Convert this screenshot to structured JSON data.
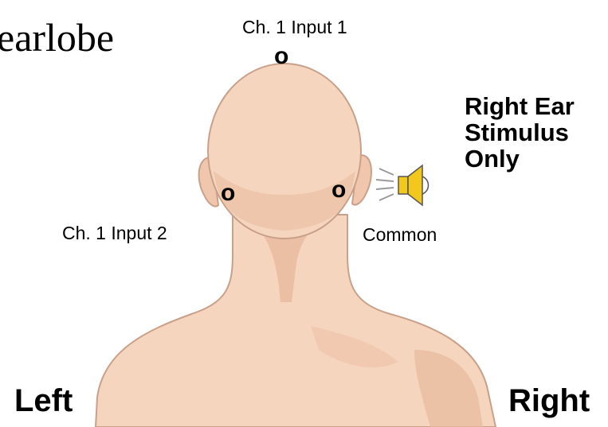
{
  "heading": "earlobe",
  "labels": {
    "ch1_input1": "Ch. 1 Input 1",
    "ch1_input2": "Ch. 1 Input 2",
    "common": "Common",
    "stimulus_line1": "Right Ear",
    "stimulus_line2": "Stimulus",
    "stimulus_line3": "Only",
    "left": "Left",
    "right": "Right"
  },
  "electrode_marker": "o",
  "colors": {
    "skin": "#f6d5bf",
    "skin_shade": "#e8b99d",
    "outline": "#c9a089",
    "speaker": "#f2c81c"
  }
}
